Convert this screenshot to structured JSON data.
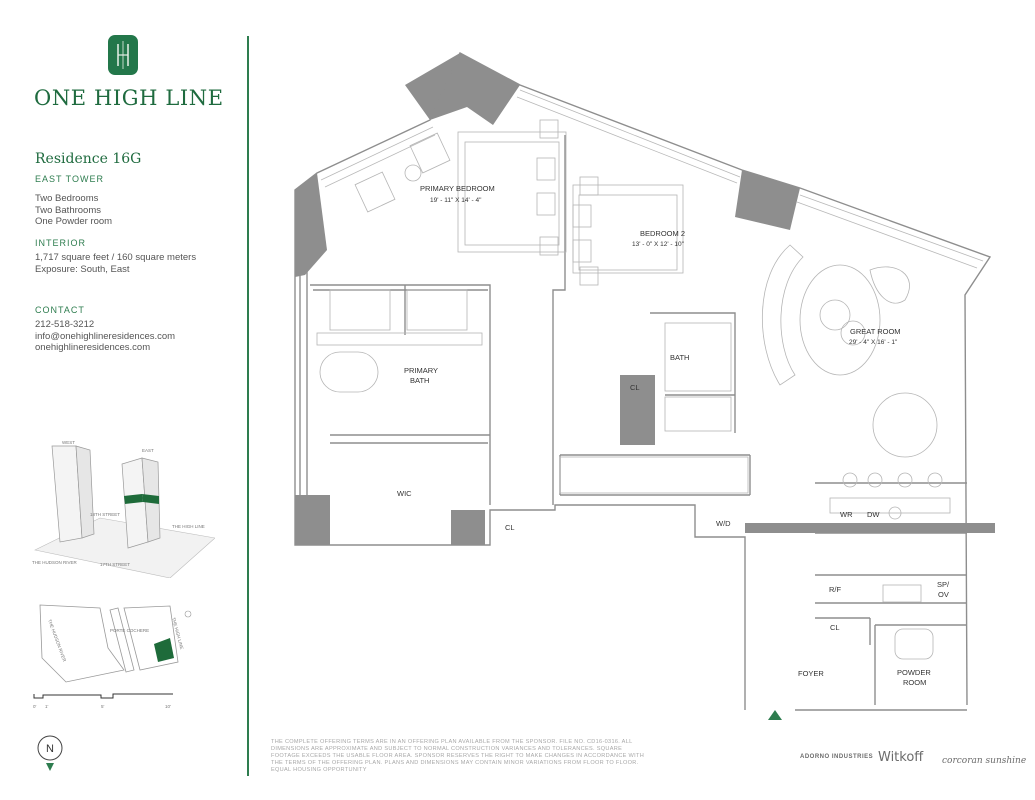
{
  "brand": {
    "logo_monogram": "H",
    "name": "ONE HIGH LINE"
  },
  "residence": {
    "title": "Residence 16G",
    "tower": "EAST TOWER",
    "features": [
      "Two Bedrooms",
      "Two Bathrooms",
      "One Powder room"
    ]
  },
  "interior": {
    "heading": "INTERIOR",
    "area": "1,717 square feet / 160 square meters",
    "exposure": "Exposure: South, East"
  },
  "contact": {
    "heading": "CONTACT",
    "phone": "212-518-3212",
    "email": "info@onehighlineresidences.com",
    "website": "onehighlineresidences.com"
  },
  "building_diagram": {
    "west_label": "WEST",
    "east_label": "EAST",
    "street_18": "18TH STREET",
    "street_17": "17TH STREET",
    "high_line": "THE HIGH LINE",
    "river": "THE HUDSON RIVER"
  },
  "site_map": {
    "river": "THE HUDSON RIVER",
    "porte_cochere": "PORTE COCHERE",
    "high_line": "THE HIGH LINE"
  },
  "scale": {
    "labels": [
      "0'",
      "1'",
      "5'",
      "10'"
    ]
  },
  "compass": {
    "label": "N"
  },
  "rooms": {
    "primary_bedroom": {
      "name": "PRIMARY BEDROOM",
      "dims": "19' - 11\" X 14' - 4\""
    },
    "bedroom_2": {
      "name": "BEDROOM 2",
      "dims": "13' - 0\" X 12' - 10\""
    },
    "great_room": {
      "name": "GREAT ROOM",
      "dims": "29' - 4\" X 16' - 1\""
    },
    "primary_bath_line1": "PRIMARY",
    "primary_bath_line2": "BATH",
    "bath": "BATH",
    "wic": "WIC",
    "cl_bedroom2": "CL",
    "cl_wic": "CL",
    "cl_foyer": "CL",
    "wd": "W/D",
    "wr": "WR",
    "dw": "DW",
    "rf": "R/F",
    "spov_line1": "SP/",
    "spov_line2": "OV",
    "foyer": "FOYER",
    "powder_line1": "POWDER",
    "powder_line2": "ROOM"
  },
  "legal": "THE COMPLETE OFFERING TERMS ARE IN AN OFFERING PLAN AVAILABLE FROM THE SPONSOR. FILE NO. CD16-0316. ALL DIMENSIONS ARE APPROXIMATE AND SUBJECT TO NORMAL CONSTRUCTION VARIANCES AND TOLERANCES. SQUARE FOOTAGE EXCEEDS THE USABLE FLOOR AREA. SPONSOR RESERVES THE RIGHT TO MAKE CHANGES IN ACCORDANCE WITH THE TERMS OF THE OFFERING PLAN. PLANS AND DIMENSIONS MAY CONTAIN MINOR VARIATIONS FROM FLOOR TO FLOOR. EQUAL HOUSING OPPORTUNITY",
  "partners": {
    "adorno": "ADORNO INDUSTRIES",
    "witkoff": "Witkoff",
    "corcoran": "corcoran sunshine"
  },
  "colors": {
    "brand_green": "#1f6b3f",
    "wall_gray": "#8e8e8e",
    "highlight_green": "#1e6b3a"
  }
}
